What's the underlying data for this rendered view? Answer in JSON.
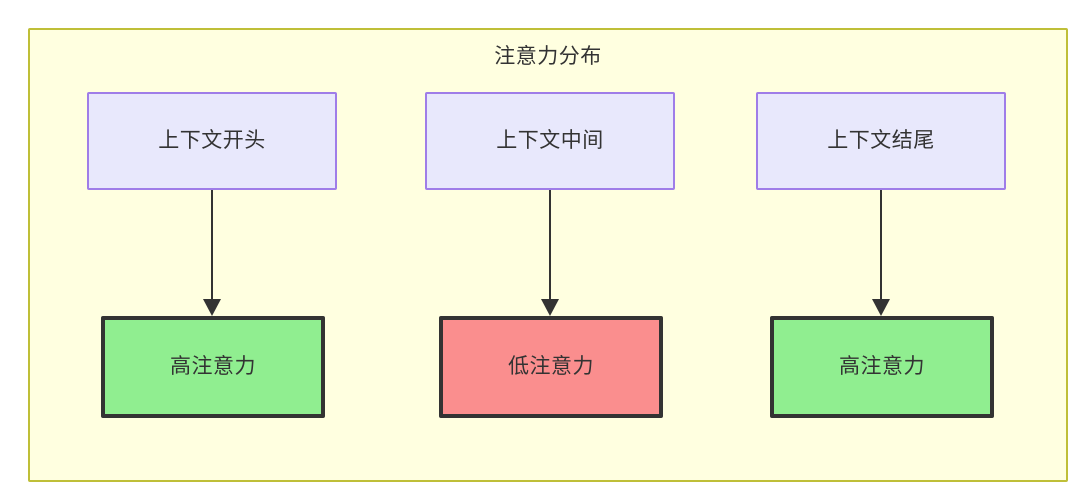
{
  "diagram": {
    "type": "flowchart",
    "title": "注意力分布",
    "background_color": "#ffffe0",
    "border_color": "#bfbf38",
    "nodes": [
      {
        "id": "ctx-start",
        "label": "上下文开头",
        "row": "top",
        "fill": "#e8e8fc",
        "stroke": "#9f7de8"
      },
      {
        "id": "ctx-mid",
        "label": "上下文中间",
        "row": "top",
        "fill": "#e8e8fc",
        "stroke": "#9f7de8"
      },
      {
        "id": "ctx-end",
        "label": "上下文结尾",
        "row": "top",
        "fill": "#e8e8fc",
        "stroke": "#9f7de8"
      },
      {
        "id": "attn-start",
        "label": "高注意力",
        "row": "bottom",
        "fill": "#90ee90",
        "stroke": "#333333"
      },
      {
        "id": "attn-mid",
        "label": "低注意力",
        "row": "bottom",
        "fill": "#fa8e8e",
        "stroke": "#333333"
      },
      {
        "id": "attn-end",
        "label": "高注意力",
        "row": "bottom",
        "fill": "#90ee90",
        "stroke": "#333333"
      }
    ],
    "edges": [
      {
        "from": "ctx-start",
        "to": "attn-start",
        "label": ""
      },
      {
        "from": "ctx-mid",
        "to": "attn-mid",
        "label": ""
      },
      {
        "from": "ctx-end",
        "to": "attn-end",
        "label": ""
      }
    ]
  }
}
